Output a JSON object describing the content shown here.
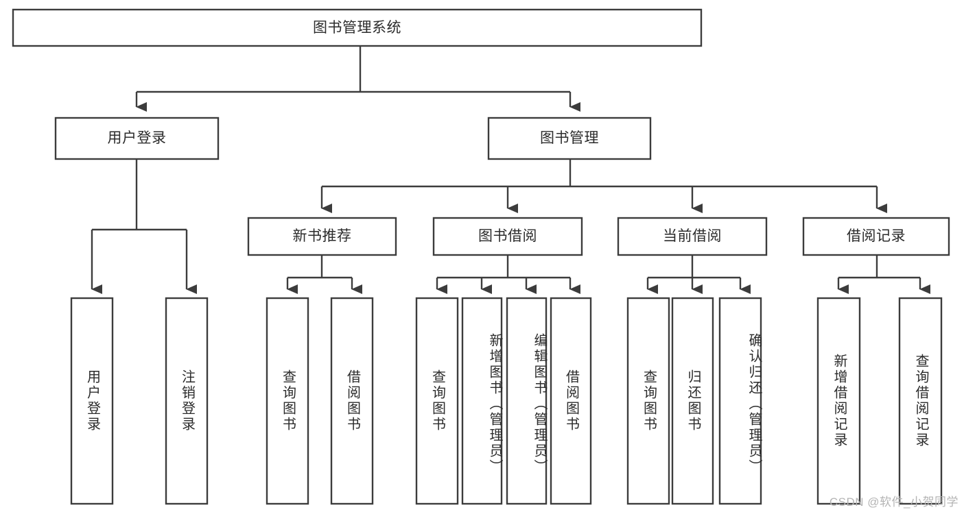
{
  "diagram": {
    "title_box": {
      "label": "图书管理系统"
    },
    "level2": [
      {
        "id": "user-login",
        "label": "用户登录"
      },
      {
        "id": "book-management",
        "label": "图书管理"
      }
    ],
    "level3": [
      {
        "id": "new-book-recommend",
        "label": "新书推荐"
      },
      {
        "id": "book-borrow",
        "label": "图书借阅"
      },
      {
        "id": "current-borrow",
        "label": "当前借阅"
      },
      {
        "id": "borrow-record",
        "label": "借阅记录"
      }
    ],
    "leaves": {
      "user_login": [
        {
          "id": "leaf-user-login",
          "label": "用户登录"
        },
        {
          "id": "leaf-logout-login",
          "label": "注销登录"
        }
      ],
      "new_book_recommend": [
        {
          "id": "leaf-query-book-1",
          "label": "查询图书"
        },
        {
          "id": "leaf-borrow-book-1",
          "label": "借阅图书"
        }
      ],
      "book_borrow": [
        {
          "id": "leaf-query-book-2",
          "label": "查询图书"
        },
        {
          "id": "leaf-add-book",
          "label": "新增图书（管理员）"
        },
        {
          "id": "leaf-edit-book",
          "label": "编辑图书（管理员）"
        },
        {
          "id": "leaf-borrow-book-2",
          "label": "借阅图书"
        }
      ],
      "current_borrow": [
        {
          "id": "leaf-query-book-3",
          "label": "查询图书"
        },
        {
          "id": "leaf-return-book",
          "label": "归还图书"
        },
        {
          "id": "leaf-confirm-return",
          "label": "确认归还（管理员）"
        }
      ],
      "borrow_record": [
        {
          "id": "leaf-add-record",
          "label": "新增借阅记录"
        },
        {
          "id": "leaf-query-record",
          "label": "查询借阅记录"
        }
      ]
    },
    "watermark": "CSDN @软件_小贺同学",
    "colors": {
      "stroke": "#3c3c3c",
      "fill": "#ffffff",
      "text": "#2b2b2b",
      "watermark": "#b4b4b4"
    }
  }
}
